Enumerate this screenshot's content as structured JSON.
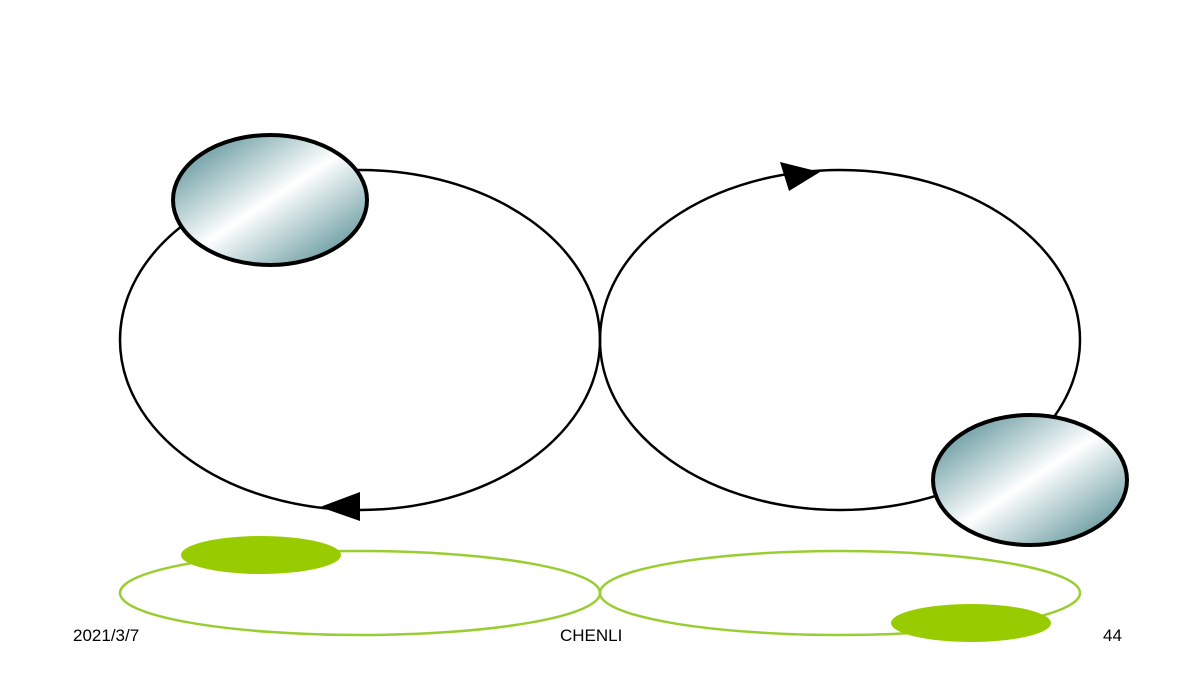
{
  "footer": {
    "date": "2021/3/7",
    "author": "CHENLI",
    "page_number": "44"
  },
  "colors": {
    "orbit_stroke": "#000000",
    "ground_orbit_stroke": "#9ACD32",
    "ground_body_fill": "#99CC00",
    "body_gradient_dark": "#3F7F86",
    "body_gradient_light": "#FFFFFF",
    "body_stroke": "#000000"
  }
}
